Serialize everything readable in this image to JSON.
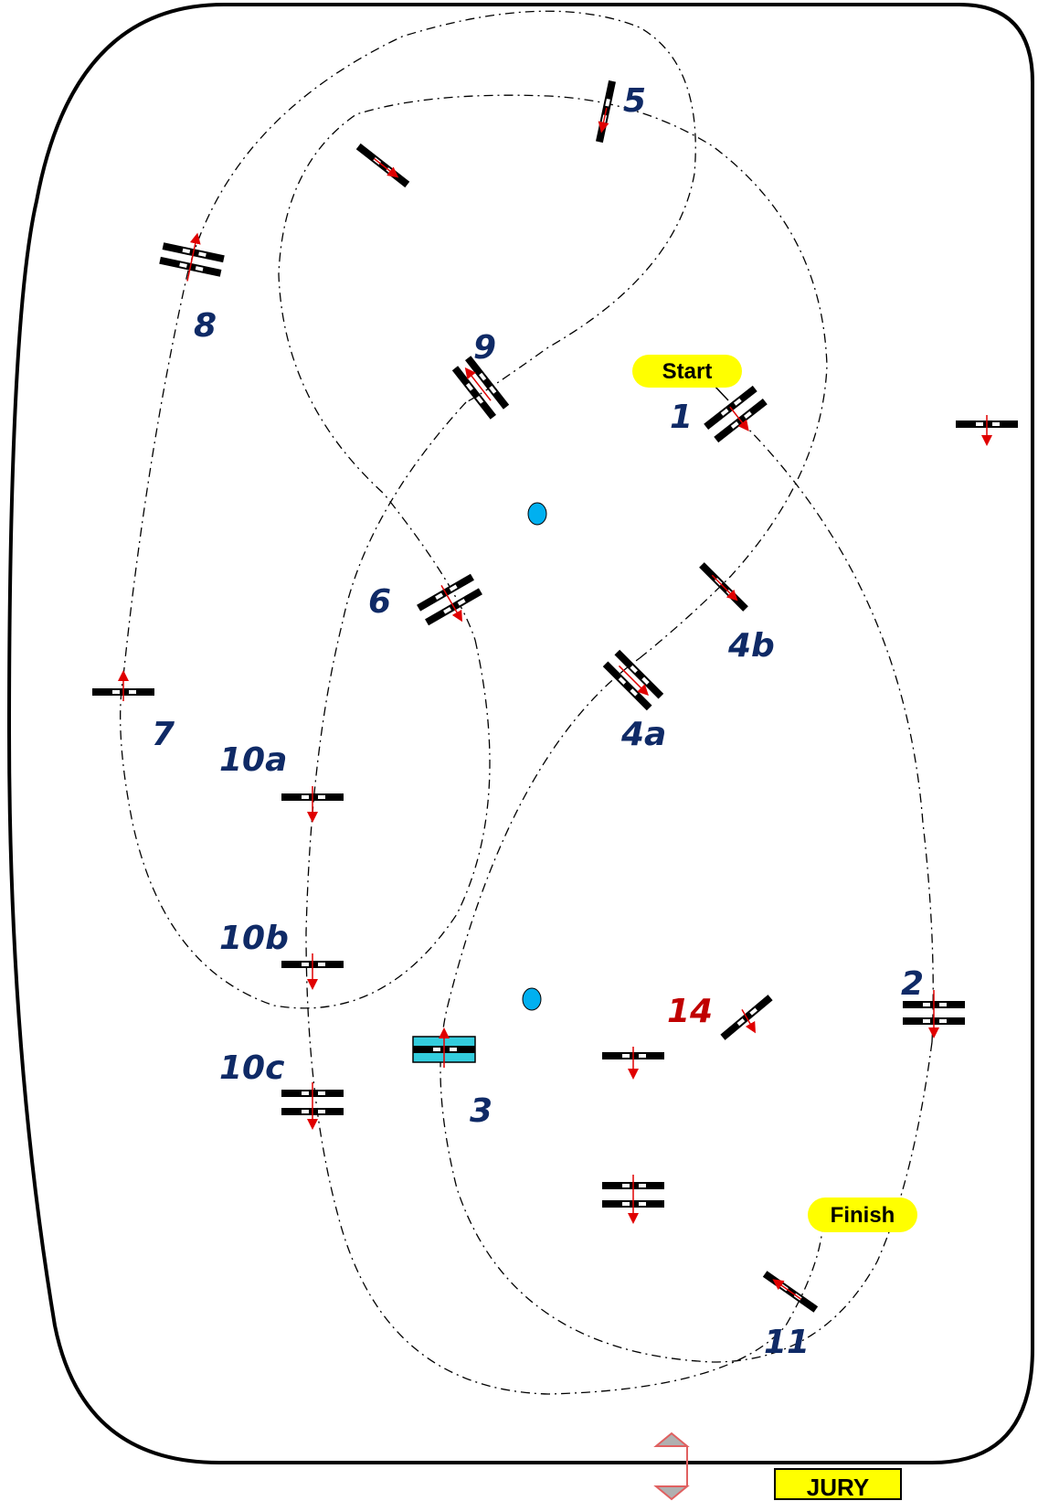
{
  "colors": {
    "number": "#0f2a66",
    "number_alt": "#c00000",
    "pill": "#ffff00",
    "arrow": "#e00000",
    "water": "#00b0f0",
    "fence": "#000000",
    "highlight_box": "#33ccdd",
    "jury_box": "#ffff00",
    "entrance_arrow": "#e06060"
  },
  "labels": {
    "start": "Start",
    "finish": "Finish",
    "jury": "JURY"
  },
  "obstacle_numbers": {
    "n1": "1",
    "n2": "2",
    "n3": "3",
    "n4a": "4a",
    "n4b": "4b",
    "n5": "5",
    "n6": "6",
    "n7": "7",
    "n8": "8",
    "n9": "9",
    "n10a": "10a",
    "n10b": "10b",
    "n10c": "10c",
    "n11": "11",
    "n14": "14"
  }
}
